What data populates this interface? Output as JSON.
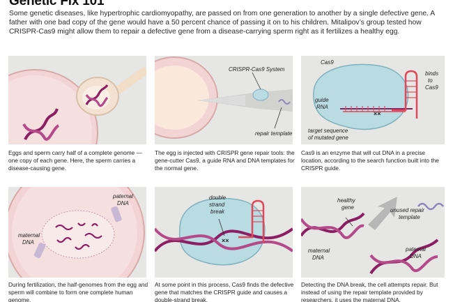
{
  "title": "Genetic Fix 101",
  "intro": "Some genetic diseases, like hypertrophic cardiomyopathy, are passed on from one generation to another by a single defective gene. A father with one bad copy of the gene would have a 50 percent chance of passing it on to his children. Mitalipov’s group tested how CRISPR-Cas9 might allow them to repair a defective gene from a disease-carrying sperm right as it fertilizes a healthy egg.",
  "panels": [
    {
      "caption": "Eggs and sperm carry half of a complete genome — one copy of each gene. Here, the sperm carries a disease-causing gene.",
      "labels": {}
    },
    {
      "caption": "The egg is injected with CRISPR gene repair tools: the gene-cutter Cas9, a guide RNA and DNA templates for the normal gene.",
      "labels": {
        "system": "CRISPR-Cas9 System",
        "template": "repair template"
      }
    },
    {
      "caption": "Cas9 is an enzyme that will cut DNA in a precise location, according to the search function built into the CRISPR guide.",
      "labels": {
        "cas9": "Cas9",
        "binds1": "binds",
        "binds2": "to",
        "binds3": "Cas9",
        "guide1": "guide",
        "guide2": "RNA",
        "target1": "target sequence",
        "target2": "of mutated gene"
      }
    },
    {
      "caption": "During fertilization, the half-genomes from the egg and sperm will combine to form one complete human genome.",
      "labels": {
        "paternal1": "paternal",
        "paternal2": "DNA",
        "maternal1": "maternal",
        "maternal2": "DNA"
      }
    },
    {
      "caption": "At some point in this process, Cas9 finds the defective gene that matches the CRISPR guide and causes a double-strand break.",
      "labels": {
        "break1": "double",
        "break2": "strand",
        "break3": "break"
      }
    },
    {
      "caption": "Detecting the DNA break, the cell attempts repair. But instead of using the repair template provided by researchers, it uses the maternal DNA.",
      "labels": {
        "unused1": "unused repair",
        "unused2": "template",
        "healthy1": "healthy",
        "healthy2": "gene",
        "maternal1": "maternal",
        "maternal2": "DNA",
        "paternal1": "paternal",
        "paternal2": "DNA"
      }
    }
  ],
  "colors": {
    "panel": "#e6e6e4",
    "cell": "#f3d6d6",
    "cas9": "#b9dbe2",
    "dna": "#8c1f63",
    "guide": "#e0485a",
    "template": "#8e86b8"
  }
}
